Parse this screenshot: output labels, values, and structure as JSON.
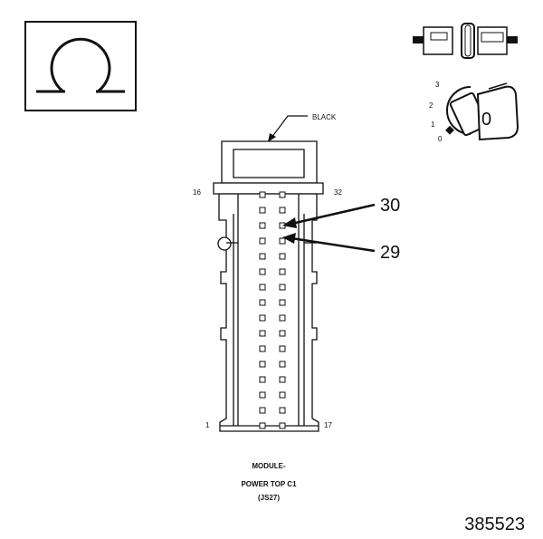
{
  "connector": {
    "color_label": "BLACK",
    "pin_labels": {
      "top_left": "16",
      "top_right": "32",
      "bottom_left": "1",
      "bottom_right": "17"
    },
    "callouts": [
      {
        "pin": "30"
      },
      {
        "pin": "29"
      }
    ],
    "rows": 16,
    "columns": 2
  },
  "caption": {
    "line1": "MODULE-",
    "line2": "POWER TOP C1",
    "line3": "(JS27)"
  },
  "ignition": {
    "positions": [
      "3",
      "2",
      "1",
      "0"
    ],
    "key_label": "0"
  },
  "figure_number": "385523",
  "colors": {
    "line": "#111111",
    "background": "#ffffff"
  }
}
